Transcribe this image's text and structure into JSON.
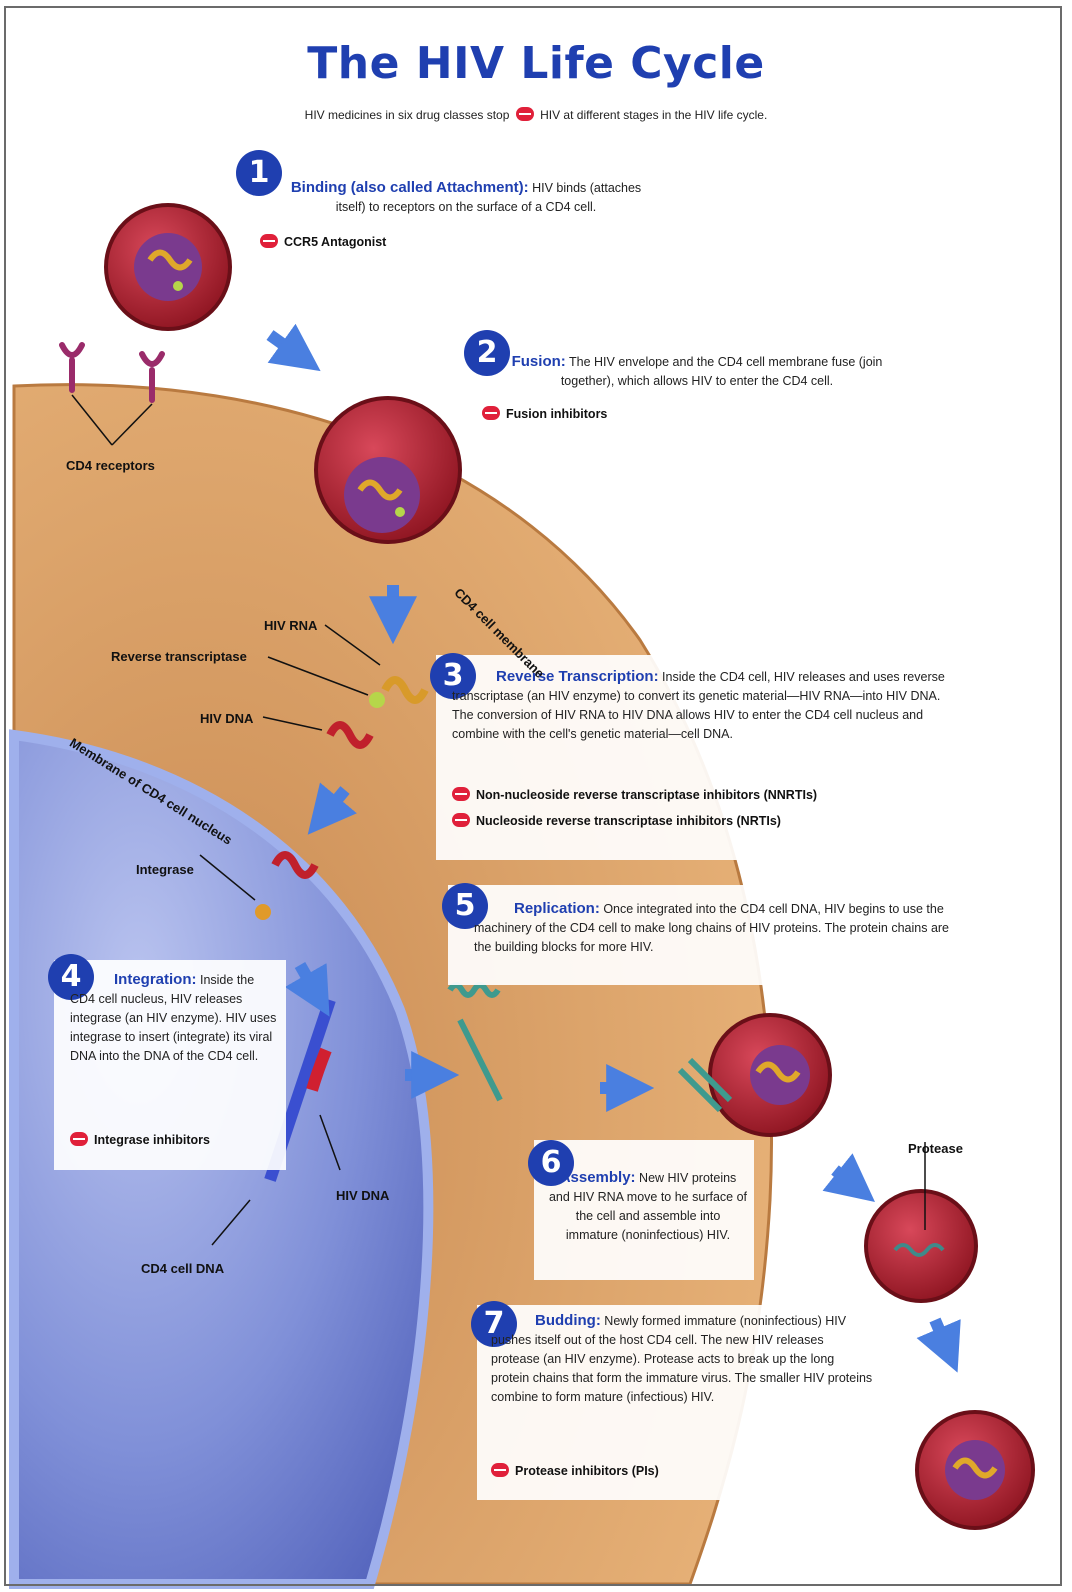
{
  "title": "The HIV Life Cycle",
  "subtitle_pre": "HIV medicines in six drug classes stop",
  "subtitle_post": "HIV at different stages in the HIV life cycle.",
  "steps": [
    {
      "number": "1",
      "heading": "Binding (also called Attachment):",
      "text": "HIV binds (attaches itself) to receptors on the surface of a CD4 cell.",
      "drugs": [
        "CCR5 Antagonist"
      ]
    },
    {
      "number": "2",
      "heading": "Fusion:",
      "text": "The HIV envelope and the CD4 cell membrane fuse (join together), which allows HIV to enter the CD4 cell.",
      "drugs": [
        "Fusion inhibitors"
      ]
    },
    {
      "number": "3",
      "heading": "Reverse Transcription:",
      "text": "Inside the CD4 cell, HIV releases and uses reverse transcriptase (an HIV enzyme) to convert its genetic material—HIV RNA—into HIV DNA. The conversion of HIV RNA to HIV DNA allows HIV to enter the CD4 cell nucleus and combine with the cell's genetic material—cell DNA.",
      "drugs": [
        "Non-nucleoside reverse transcriptase inhibitors (NNRTIs)",
        "Nucleoside reverse transcriptase inhibitors (NRTIs)"
      ]
    },
    {
      "number": "4",
      "heading": "Integration:",
      "text": "Inside the CD4 cell nucleus, HIV releases integrase (an HIV enzyme). HIV uses integrase to insert (integrate) its viral DNA into the DNA of the CD4 cell.",
      "drugs": [
        "Integrase inhibitors"
      ]
    },
    {
      "number": "5",
      "heading": "Replication:",
      "text": "Once integrated into the CD4 cell DNA, HIV begins to use the machinery of the CD4 cell to make long chains of HIV proteins. The protein chains are the building blocks for more HIV.",
      "drugs": []
    },
    {
      "number": "6",
      "heading": "Assembly:",
      "text": "New HIV proteins and HIV RNA move to he surface of the cell and assemble into immature (noninfectious) HIV.",
      "drugs": []
    },
    {
      "number": "7",
      "heading": "Budding:",
      "text": "Newly formed immature (noninfectious) HIV pushes itself out of the host CD4 cell. The new HIV releases protease (an HIV enzyme). Protease acts to break up the long protein chains that form the immature virus. The smaller HIV proteins combine to form mature (infectious) HIV.",
      "drugs": [
        "Protease inhibitors (PIs)"
      ]
    }
  ],
  "labels": {
    "cd4_receptors": "CD4 receptors",
    "cd4_membrane": "CD4 cell membrane",
    "hiv_rna": "HIV RNA",
    "reverse_transcriptase": "Reverse transcriptase",
    "hiv_dna_1": "HIV DNA",
    "nucleus_membrane": "Membrane of CD4 cell nucleus",
    "integrase": "Integrase",
    "hiv_dna_2": "HIV DNA",
    "cd4_cell_dna": "CD4 cell DNA",
    "protease": "Protease"
  },
  "colors": {
    "title_blue": "#1f3fb0",
    "cell_tan": "#d9a36a",
    "nucleus_blue": "#7f8fd6",
    "virus_red": "#b0202c",
    "stop_red": "#e0203a",
    "arrow_blue": "#4a7fe0"
  }
}
